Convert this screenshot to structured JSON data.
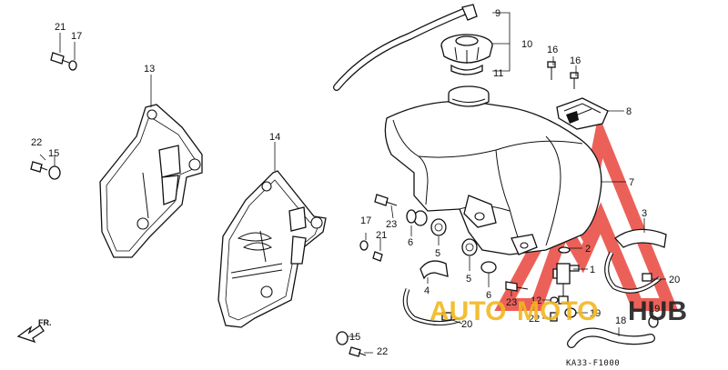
{
  "diagram_code": "KA33-F1000",
  "direction_label": "FR.",
  "watermark": {
    "left": "AUTO",
    "middle": "MOTO",
    "right": "HUB",
    "accent": "#f2b71f",
    "triangle": "#e8453c",
    "dark": "#222222"
  },
  "callouts": {
    "c1": "1",
    "c2": "2",
    "c3": "3",
    "c4": "4",
    "c5a": "5",
    "c5b": "5",
    "c6a": "6",
    "c6b": "6",
    "c7": "7",
    "c8": "8",
    "c9": "9",
    "c10": "10",
    "c11": "11",
    "c12": "12",
    "c13": "13",
    "c14": "14",
    "c15a": "15",
    "c15b": "15",
    "c16a": "16",
    "c16b": "16",
    "c17a": "17",
    "c17b": "17",
    "c18": "18",
    "c19a": "19",
    "c19b": "19",
    "c20a": "20",
    "c20b": "20",
    "c21a": "21",
    "c21b": "21",
    "c22a": "22",
    "c22b": "22",
    "c22c": "22",
    "c23a": "23",
    "c23b": "23"
  }
}
